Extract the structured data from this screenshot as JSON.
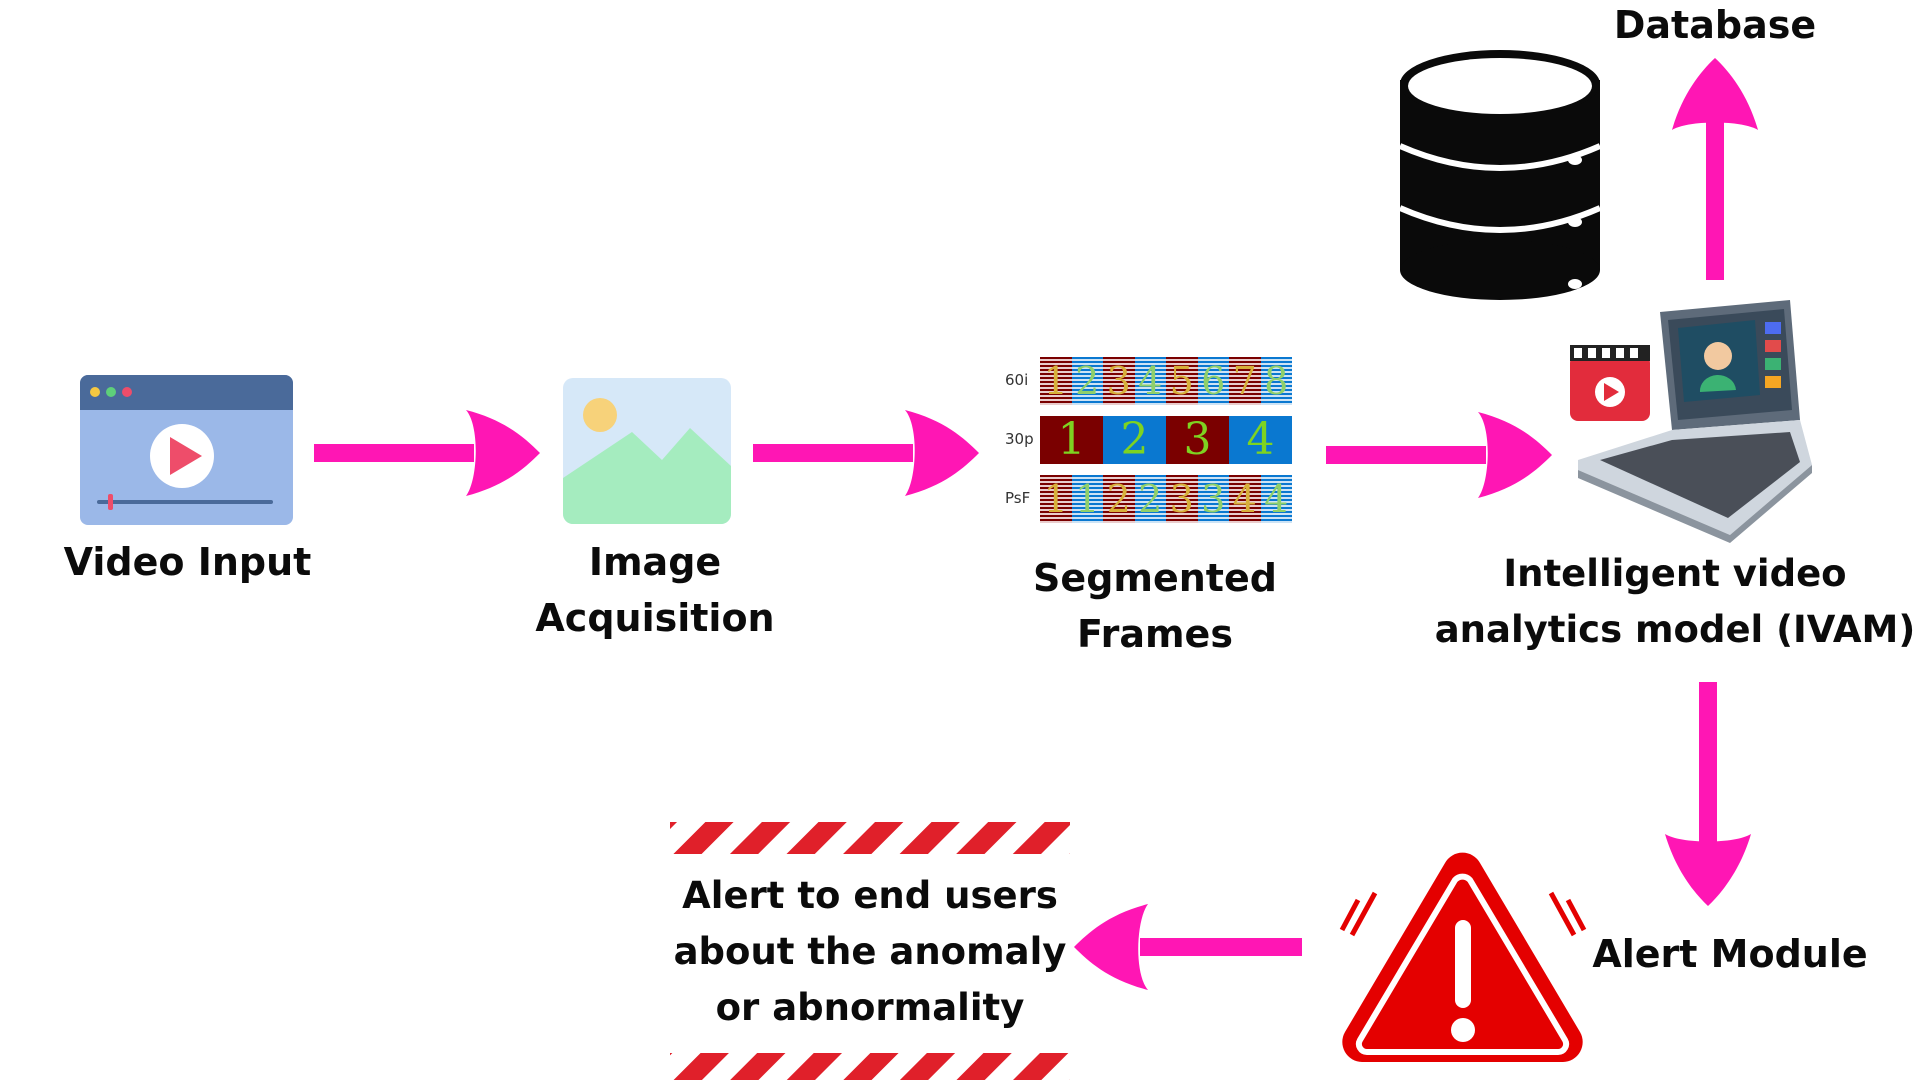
{
  "labels": {
    "video_input": "Video Input",
    "image_acquisition": [
      "Image",
      "Acquisition"
    ],
    "segmented_frames": [
      "Segmented",
      "Frames"
    ],
    "ivam": [
      "Intelligent video",
      "analytics model (IVAM)"
    ],
    "database": "Database",
    "alert_module": "Alert Module",
    "alert_users": [
      "Alert to end users",
      "about the anomaly",
      "or abnormality"
    ]
  },
  "frames": {
    "rows": [
      {
        "tag": "60i",
        "cells": [
          "1",
          "2",
          "3",
          "4",
          "5",
          "6",
          "7",
          "8"
        ]
      },
      {
        "tag": "30p",
        "cells": [
          "1",
          "2",
          "3",
          "4"
        ]
      },
      {
        "tag": "PsF",
        "cells": [
          "1",
          "1",
          "2",
          "2",
          "3",
          "3",
          "4",
          "4"
        ]
      }
    ]
  },
  "colors": {
    "arrow": "#ff16b4",
    "alert_red": "#e40000",
    "frame_dark": "#7a0000",
    "frame_blue": "#0a78d0",
    "frame_digit": "#7ed321",
    "video_window": "#9bb8e8",
    "video_titlebar": "#4a6a9a",
    "play_red": "#ee4d6a",
    "image_sky": "#d6e8f8",
    "image_hill": "#a5ecbf",
    "image_sun": "#f7d27a"
  },
  "icons": [
    "video-player-icon",
    "image-icon",
    "frames-icon",
    "laptop-analytics-icon",
    "database-icon",
    "warning-icon",
    "caution-tape-icon",
    "arrow-icon"
  ]
}
